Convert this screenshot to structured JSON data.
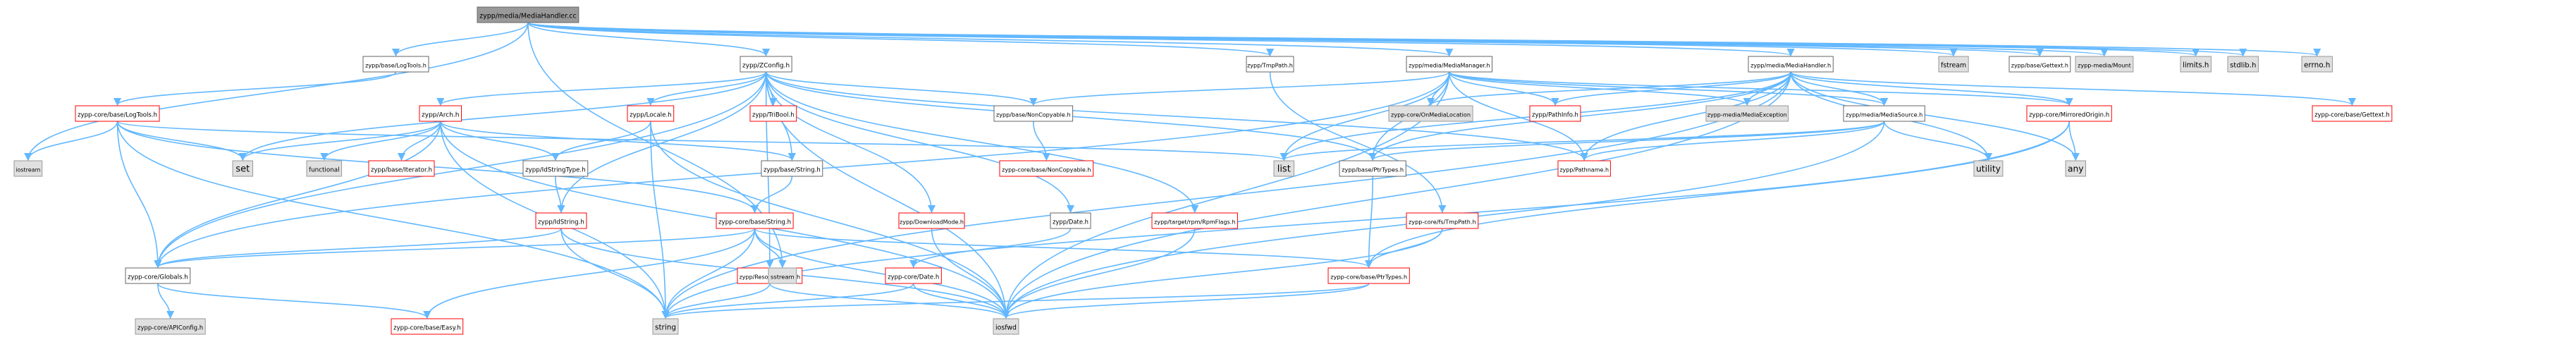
{
  "colors": {
    "edge": "#63b8ff",
    "root_fill": "#999999",
    "root_stroke": "#666666",
    "included_fill": "#ffffff",
    "included_stroke": "#ff0000",
    "leaf_fill": "#e0e0e0",
    "leaf_stroke": "#999999"
  },
  "nodes": [
    {
      "id": "root",
      "label": "zypp/media/MediaHandler.cc",
      "kind": "root"
    },
    {
      "id": "baseLogTools",
      "label": "zypp/base/LogTools.h",
      "kind": "plain"
    },
    {
      "id": "zconfig",
      "label": "zypp/ZConfig.h",
      "kind": "plain"
    },
    {
      "id": "tmppath",
      "label": "zypp/TmpPath.h",
      "kind": "plain"
    },
    {
      "id": "mediaManager",
      "label": "zypp/media/MediaManager.h",
      "kind": "plain"
    },
    {
      "id": "mediaHandlerH",
      "label": "zypp/media/MediaHandler.h",
      "kind": "plain"
    },
    {
      "id": "fstream",
      "label": "fstream",
      "kind": "leaf"
    },
    {
      "id": "baseGettext",
      "label": "zypp/base/Gettext.h",
      "kind": "plain"
    },
    {
      "id": "mediaMount",
      "label": "zypp-media/Mount",
      "kind": "leaf"
    },
    {
      "id": "limits",
      "label": "limits.h",
      "kind": "leaf"
    },
    {
      "id": "stdlib",
      "label": "stdlib.h",
      "kind": "leaf"
    },
    {
      "id": "errno",
      "label": "errno.h",
      "kind": "leaf"
    },
    {
      "id": "coreLogTools",
      "label": "zypp-core/base/LogTools.h",
      "kind": "included"
    },
    {
      "id": "arch",
      "label": "zypp/Arch.h",
      "kind": "included"
    },
    {
      "id": "locale",
      "label": "zypp/Locale.h",
      "kind": "included"
    },
    {
      "id": "tribool",
      "label": "zypp/TriBool.h",
      "kind": "included"
    },
    {
      "id": "nonCopyableH",
      "label": "zypp/base/NonCopyable.h",
      "kind": "plain"
    },
    {
      "id": "ofMediaLocation",
      "label": "zypp-core/OnMediaLocation",
      "kind": "leaf"
    },
    {
      "id": "pathInfo",
      "label": "zypp/PathInfo.h",
      "kind": "included"
    },
    {
      "id": "mediaException",
      "label": "zypp-media/MediaException",
      "kind": "leaf"
    },
    {
      "id": "mediaSource",
      "label": "zypp/media/MediaSource.h",
      "kind": "plain"
    },
    {
      "id": "mirroredOrigin",
      "label": "zypp-core/MirroredOrigin.h",
      "kind": "included"
    },
    {
      "id": "coreGettext",
      "label": "zypp-core/base/Gettext.h",
      "kind": "included"
    },
    {
      "id": "iostream",
      "label": "iostream",
      "kind": "leaf"
    },
    {
      "id": "set",
      "label": "set",
      "kind": "leaf"
    },
    {
      "id": "functional",
      "label": "functional",
      "kind": "leaf"
    },
    {
      "id": "baseIterator",
      "label": "zypp/base/Iterator.h",
      "kind": "included"
    },
    {
      "id": "idStringType",
      "label": "zypp/IdStringType.h",
      "kind": "plain"
    },
    {
      "id": "baseString",
      "label": "zypp/base/String.h",
      "kind": "plain"
    },
    {
      "id": "coreNonCopyable",
      "label": "zypp-core/base/NonCopyable.h",
      "kind": "included"
    },
    {
      "id": "list",
      "label": "list",
      "kind": "leaf"
    },
    {
      "id": "basePtrTypes",
      "label": "zypp/base/PtrTypes.h",
      "kind": "plain"
    },
    {
      "id": "pathname",
      "label": "zypp/Pathname.h",
      "kind": "included"
    },
    {
      "id": "utility",
      "label": "utility",
      "kind": "leaf"
    },
    {
      "id": "any",
      "label": "any",
      "kind": "leaf"
    },
    {
      "id": "idString",
      "label": "zypp/IdString.h",
      "kind": "included"
    },
    {
      "id": "coreString",
      "label": "zypp-core/base/String.h",
      "kind": "included"
    },
    {
      "id": "downloadMode",
      "label": "zypp/DownloadMode.h",
      "kind": "included"
    },
    {
      "id": "dateH",
      "label": "zypp/Date.h",
      "kind": "plain"
    },
    {
      "id": "rpmFlags",
      "label": "zypp/target/rpm/RpmFlags.h",
      "kind": "included"
    },
    {
      "id": "fsTmpPath",
      "label": "zypp-core/fs/TmpPath.h",
      "kind": "included"
    },
    {
      "id": "coreGlobals",
      "label": "zypp-core/Globals.h",
      "kind": "plain"
    },
    {
      "id": "resolverFocus",
      "label": "zypp/ResolverFocus.h",
      "kind": "included"
    },
    {
      "id": "sstream",
      "label": "sstream",
      "kind": "leaf"
    },
    {
      "id": "coreDate",
      "label": "zypp-core/Date.h",
      "kind": "included"
    },
    {
      "id": "corePtrTypes",
      "label": "zypp-core/base/PtrTypes.h",
      "kind": "included"
    },
    {
      "id": "apiConfig",
      "label": "zypp-core/APIConfig.h",
      "kind": "leaf"
    },
    {
      "id": "easy",
      "label": "zypp-core/base/Easy.h",
      "kind": "included"
    },
    {
      "id": "string",
      "label": "string",
      "kind": "leaf"
    },
    {
      "id": "iosfwd",
      "label": "iosfwd",
      "kind": "leaf"
    }
  ],
  "edges": [
    [
      "root",
      "baseLogTools"
    ],
    [
      "root",
      "zconfig"
    ],
    [
      "root",
      "tmppath"
    ],
    [
      "root",
      "mediaManager"
    ],
    [
      "root",
      "mediaHandlerH"
    ],
    [
      "root",
      "fstream"
    ],
    [
      "root",
      "baseGettext"
    ],
    [
      "root",
      "mediaMount"
    ],
    [
      "root",
      "limits"
    ],
    [
      "root",
      "stdlib"
    ],
    [
      "root",
      "errno"
    ],
    [
      "root",
      "iostream"
    ],
    [
      "root",
      "sstream"
    ],
    [
      "baseLogTools",
      "coreLogTools"
    ],
    [
      "coreLogTools",
      "iostream"
    ],
    [
      "coreLogTools",
      "set"
    ],
    [
      "coreLogTools",
      "list"
    ],
    [
      "coreLogTools",
      "coreGlobals"
    ],
    [
      "coreLogTools",
      "coreString"
    ],
    [
      "coreLogTools",
      "string"
    ],
    [
      "zconfig",
      "arch"
    ],
    [
      "zconfig",
      "locale"
    ],
    [
      "zconfig",
      "tribool"
    ],
    [
      "zconfig",
      "nonCopyableH"
    ],
    [
      "zconfig",
      "pathname"
    ],
    [
      "zconfig",
      "set"
    ],
    [
      "zconfig",
      "baseString"
    ],
    [
      "zconfig",
      "idString"
    ],
    [
      "zconfig",
      "downloadMode"
    ],
    [
      "zconfig",
      "rpmFlags"
    ],
    [
      "zconfig",
      "resolverFocus"
    ],
    [
      "zconfig",
      "dateH"
    ],
    [
      "zconfig",
      "coreGlobals"
    ],
    [
      "zconfig",
      "basePtrTypes"
    ],
    [
      "zconfig",
      "iosfwd"
    ],
    [
      "arch",
      "functional"
    ],
    [
      "arch",
      "baseIterator"
    ],
    [
      "arch",
      "idStringType"
    ],
    [
      "arch",
      "set"
    ],
    [
      "arch",
      "iosfwd"
    ],
    [
      "arch",
      "string"
    ],
    [
      "arch",
      "coreGlobals"
    ],
    [
      "arch",
      "baseString"
    ],
    [
      "locale",
      "idStringType"
    ],
    [
      "locale",
      "string"
    ],
    [
      "locale",
      "iosfwd"
    ],
    [
      "idStringType",
      "idString"
    ],
    [
      "idString",
      "coreGlobals"
    ],
    [
      "idString",
      "string"
    ],
    [
      "idString",
      "iosfwd"
    ],
    [
      "nonCopyableH",
      "coreNonCopyable"
    ],
    [
      "baseString",
      "coreString"
    ],
    [
      "coreString",
      "iosfwd"
    ],
    [
      "coreString",
      "string"
    ],
    [
      "coreString",
      "sstream"
    ],
    [
      "coreString",
      "easy"
    ],
    [
      "coreString",
      "corePtrTypes"
    ],
    [
      "coreString",
      "coreGlobals"
    ],
    [
      "dateH",
      "coreDate"
    ],
    [
      "coreDate",
      "iosfwd"
    ],
    [
      "coreDate",
      "string"
    ],
    [
      "rpmFlags",
      "iosfwd"
    ],
    [
      "resolverFocus",
      "iosfwd"
    ],
    [
      "resolverFocus",
      "string"
    ],
    [
      "downloadMode",
      "iosfwd"
    ],
    [
      "tmppath",
      "fsTmpPath"
    ],
    [
      "fsTmpPath",
      "corePtrTypes"
    ],
    [
      "fsTmpPath",
      "iosfwd"
    ],
    [
      "basePtrTypes",
      "corePtrTypes"
    ],
    [
      "corePtrTypes",
      "string"
    ],
    [
      "corePtrTypes",
      "iosfwd"
    ],
    [
      "coreGlobals",
      "apiConfig"
    ],
    [
      "coreGlobals",
      "easy"
    ],
    [
      "mediaManager",
      "nonCopyableH"
    ],
    [
      "mediaManager",
      "ofMediaLocation"
    ],
    [
      "mediaManager",
      "pathInfo"
    ],
    [
      "mediaManager",
      "mediaException"
    ],
    [
      "mediaManager",
      "mediaSource"
    ],
    [
      "mediaManager",
      "list"
    ],
    [
      "mediaManager",
      "basePtrTypes"
    ],
    [
      "mediaManager",
      "pathname"
    ],
    [
      "mediaManager",
      "iosfwd"
    ],
    [
      "mediaManager",
      "coreGlobals"
    ],
    [
      "mediaManager",
      "mirroredOrigin"
    ],
    [
      "mediaHandlerH",
      "ofMediaLocation"
    ],
    [
      "mediaHandlerH",
      "pathInfo"
    ],
    [
      "mediaHandlerH",
      "mediaException"
    ],
    [
      "mediaHandlerH",
      "mediaSource"
    ],
    [
      "mediaHandlerH",
      "mirroredOrigin"
    ],
    [
      "mediaHandlerH",
      "coreGettext"
    ],
    [
      "mediaHandlerH",
      "list"
    ],
    [
      "mediaHandlerH",
      "basePtrTypes"
    ],
    [
      "mediaHandlerH",
      "pathname"
    ],
    [
      "mediaHandlerH",
      "iosfwd"
    ],
    [
      "mediaHandlerH",
      "utility"
    ],
    [
      "mediaHandlerH",
      "any"
    ],
    [
      "mediaHandlerH",
      "string"
    ],
    [
      "mediaSource",
      "basePtrTypes"
    ],
    [
      "mediaSource",
      "pathname"
    ],
    [
      "mediaSource",
      "utility"
    ],
    [
      "mediaSource",
      "iosfwd"
    ],
    [
      "mediaSource",
      "list"
    ],
    [
      "mirroredOrigin",
      "any"
    ],
    [
      "mirroredOrigin",
      "string"
    ],
    [
      "mirroredOrigin",
      "corePtrTypes"
    ]
  ]
}
